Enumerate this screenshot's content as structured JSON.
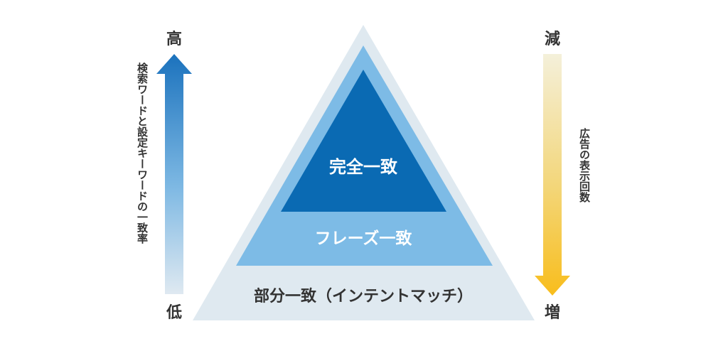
{
  "left_axis": {
    "top_label": "高",
    "bottom_label": "低",
    "caption": "検索ワードと設定キーワードの一致率"
  },
  "right_axis": {
    "top_label": "減",
    "bottom_label": "増",
    "caption": "広告の表示回数"
  },
  "pyramid": {
    "inner": "完全一致",
    "middle": "フレーズ一致",
    "outer": "部分一致（インテントマッチ）"
  },
  "colors": {
    "outer": "#dfe9f0",
    "middle": "#7dbbe6",
    "inner": "#0a6ab3",
    "left_arrow_top": "#1b72bd",
    "left_arrow_bottom": "#dfe9f1",
    "right_arrow_top": "#f4f0da",
    "right_arrow_bottom": "#f8bd1c"
  }
}
